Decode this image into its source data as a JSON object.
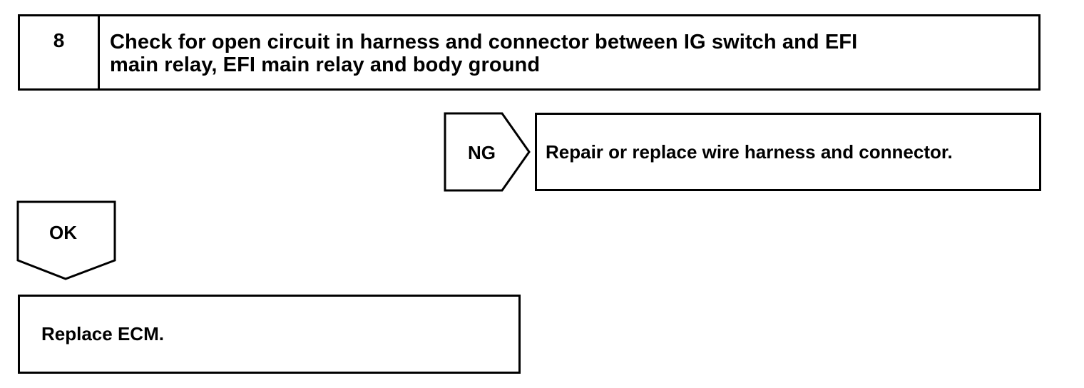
{
  "step": {
    "number": "8",
    "line1": "Check for open circuit in harness and connector between IG switch and EFI",
    "line2": "main relay, EFI main relay and body ground"
  },
  "ng_branch": {
    "label": "NG",
    "result": "Repair or replace wire harness and connector."
  },
  "ok_branch": {
    "label": "OK",
    "result": "Replace ECM."
  }
}
